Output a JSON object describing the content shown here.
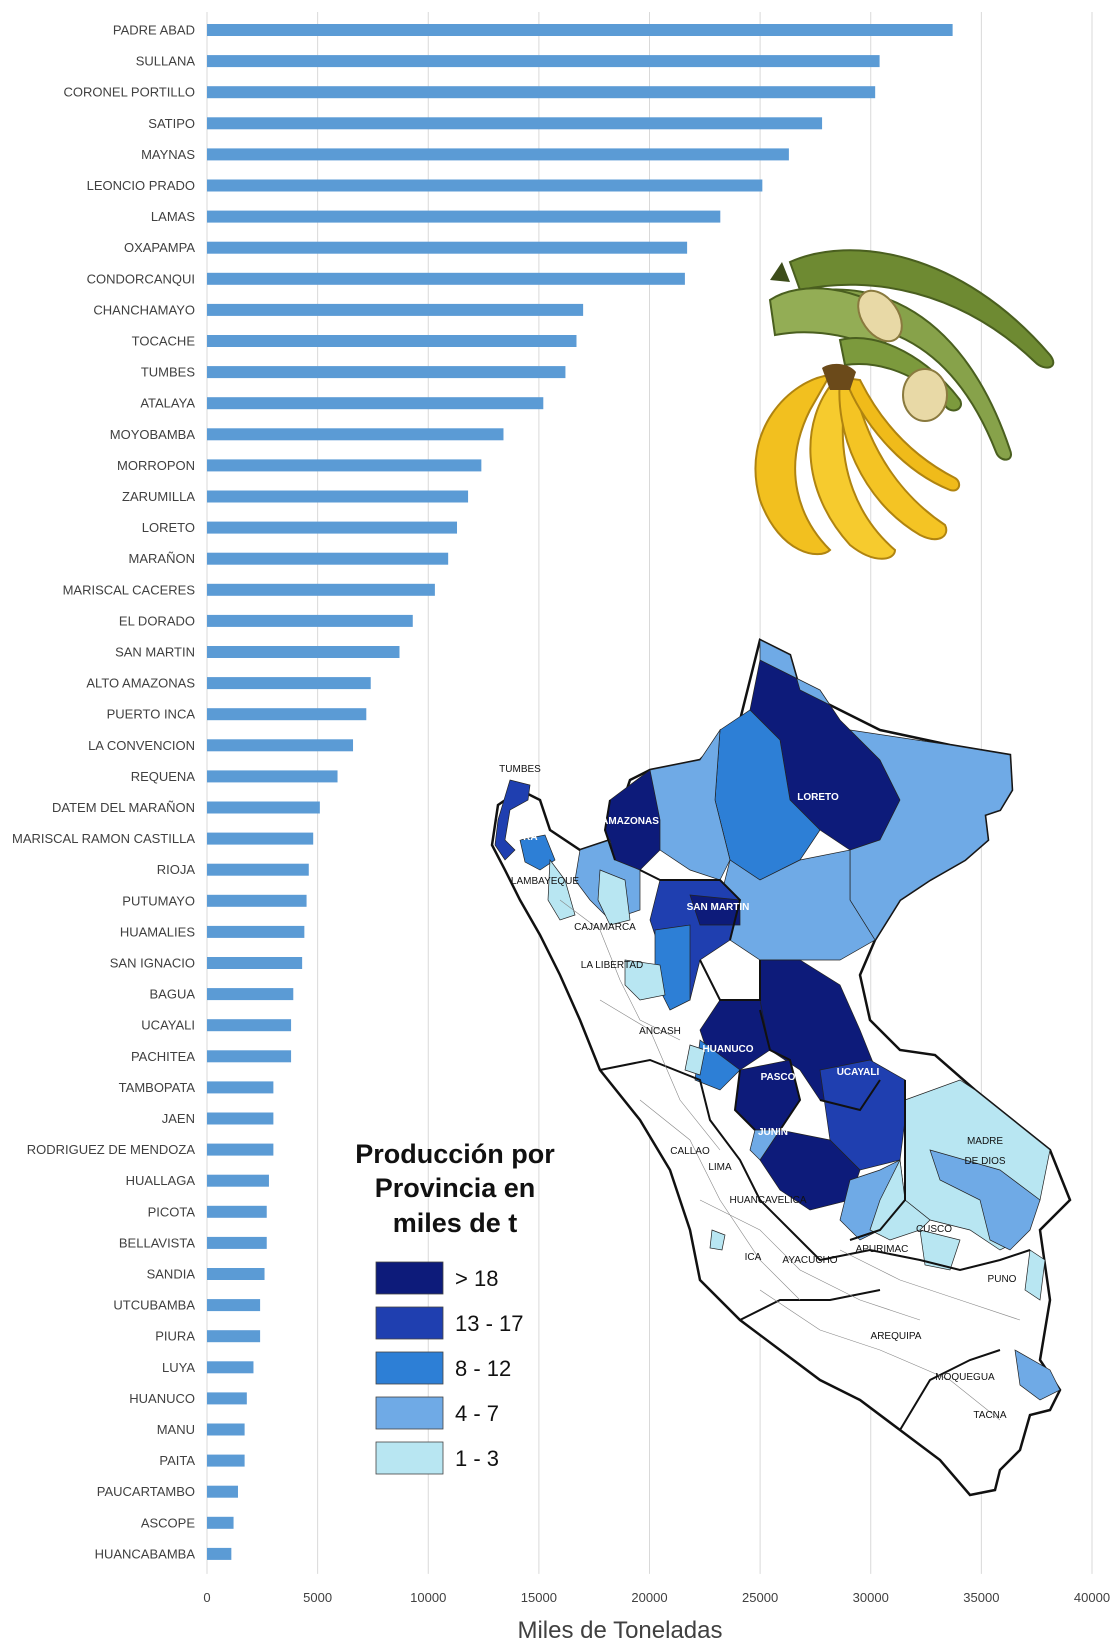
{
  "chart_data": {
    "type": "bar",
    "orientation": "horizontal",
    "xlabel": "Miles de Toneladas",
    "xlim": [
      0,
      40000
    ],
    "xticks": [
      "0",
      "5000",
      "10000",
      "15000",
      "20000",
      "25000",
      "30000",
      "35000",
      "40000"
    ],
    "grid": true,
    "bar_color": "#5b9bd5",
    "categories": [
      "PADRE ABAD",
      "SULLANA",
      "CORONEL PORTILLO",
      "SATIPO",
      "MAYNAS",
      "LEONCIO PRADO",
      "LAMAS",
      "OXAPAMPA",
      "CONDORCANQUI",
      "CHANCHAMAYO",
      "TOCACHE",
      "TUMBES",
      "ATALAYA",
      "MOYOBAMBA",
      "MORROPON",
      "ZARUMILLA",
      "LORETO",
      "MARAÑON",
      "MARISCAL CACERES",
      "EL DORADO",
      "SAN MARTIN",
      "ALTO AMAZONAS",
      "PUERTO INCA",
      "LA CONVENCION",
      "REQUENA",
      "DATEM DEL MARAÑON",
      "MARISCAL RAMON CASTILLA",
      "RIOJA",
      "PUTUMAYO",
      "HUAMALIES",
      "SAN IGNACIO",
      "BAGUA",
      "UCAYALI",
      "PACHITEA",
      "TAMBOPATA",
      "JAEN",
      "RODRIGUEZ DE MENDOZA",
      "HUALLAGA",
      "PICOTA",
      "BELLAVISTA",
      "SANDIA",
      "UTCUBAMBA",
      "PIURA",
      "LUYA",
      "HUANUCO",
      "MANU",
      "PAITA",
      "PAUCARTAMBO",
      "ASCOPE",
      "HUANCABAMBA"
    ],
    "values": [
      33700,
      30400,
      30200,
      27800,
      26300,
      25100,
      23200,
      21700,
      21600,
      17000,
      16700,
      16200,
      15200,
      13400,
      12400,
      11800,
      11300,
      10900,
      10300,
      9300,
      8700,
      7400,
      7200,
      6600,
      5900,
      5100,
      4800,
      4600,
      4500,
      4400,
      4300,
      3900,
      3800,
      3800,
      3000,
      3000,
      3000,
      2800,
      2700,
      2700,
      2600,
      2400,
      2400,
      2100,
      1800,
      1700,
      1700,
      1400,
      1200,
      1100
    ]
  },
  "legend": {
    "title_lines": [
      "Producción por",
      "Provincia en",
      "miles de t"
    ],
    "items": [
      {
        "label": "> 18",
        "color": "#0d1b7a"
      },
      {
        "label": "13 - 17",
        "color": "#1f3fb0"
      },
      {
        "label": "8 - 12",
        "color": "#2d7fd6"
      },
      {
        "label": "4 - 7",
        "color": "#6faae6"
      },
      {
        "label": "1 - 3",
        "color": "#b8e6f2"
      }
    ]
  },
  "map_labels": {
    "tumbes": "TUMBES",
    "piura": "PIURA",
    "amazonas": "AMAZONAS",
    "loreto": "LORETO",
    "lambayeque": "LAMBAYEQUE",
    "san_martin": "SAN MARTIN",
    "cajamarca": "CAJAMARCA",
    "la_libertad": "LA LIBERTAD",
    "ancash": "ANCASH",
    "huanuco": "HUANUCO",
    "pasco": "PASCO",
    "ucayali": "UCAYALI",
    "junin": "JUNIN",
    "madre_de_dios_1": "MADRE",
    "madre_de_dios_2": "DE DIOS",
    "callao": "CALLAO",
    "lima": "LIMA",
    "huancavelica": "HUANCAVELICA",
    "cusco": "CUSCO",
    "ica": "ICA",
    "ayacucho": "AYACUCHO",
    "apurimac": "APURIMAC",
    "puno": "PUNO",
    "arequipa": "AREQUIPA",
    "moquegua": "MOQUEGUA",
    "tacna": "TACNA"
  },
  "illustration": {
    "plantain_color": "#7f9a3e",
    "banana_color": "#f2c01f"
  }
}
